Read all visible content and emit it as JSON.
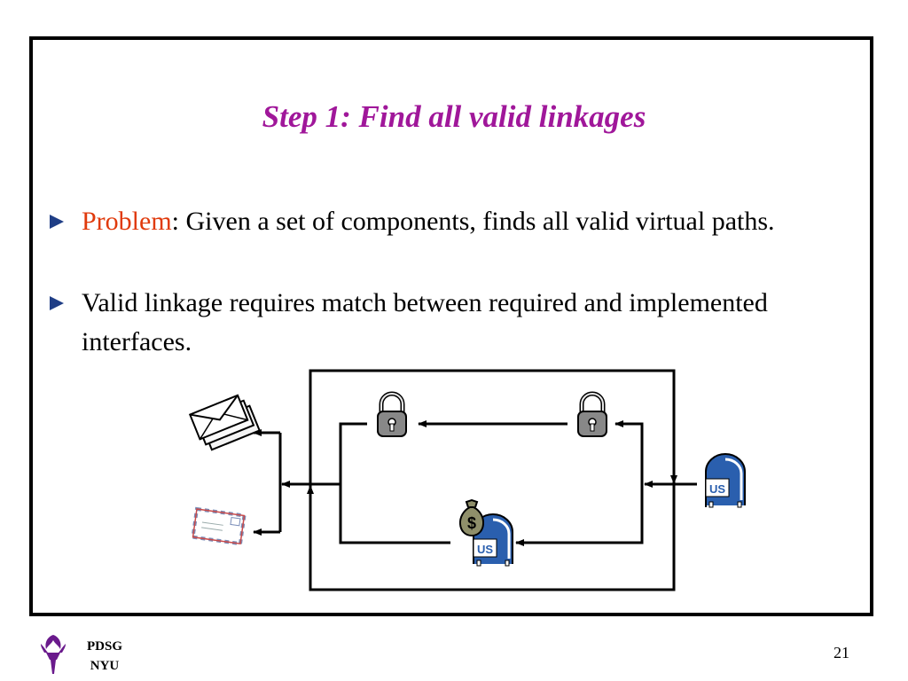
{
  "slide": {
    "title": "Step 1: Find all valid linkages",
    "bullets": [
      {
        "highlight": "Problem",
        "text": ": Given a set of components, finds all valid virtual paths."
      },
      {
        "text": "Valid linkage requires match between required and implemented interfaces."
      }
    ]
  },
  "diagram": {
    "icons": [
      "envelope-stack-icon",
      "airmail-envelope-icon",
      "padlock-icon",
      "padlock-icon",
      "us-mailbox-icon",
      "money-bag-icon",
      "us-mailbox-icon"
    ],
    "mailbox_label": "US",
    "money_symbol": "$"
  },
  "footer": {
    "line1": "PDSG",
    "line2": "NYU",
    "page_number": "21"
  },
  "colors": {
    "title": "#a0179a",
    "highlight": "#e03a0c",
    "bullet": "#1f3e86",
    "mailbox": "#2a5fae",
    "logo": "#6a1a8c"
  }
}
